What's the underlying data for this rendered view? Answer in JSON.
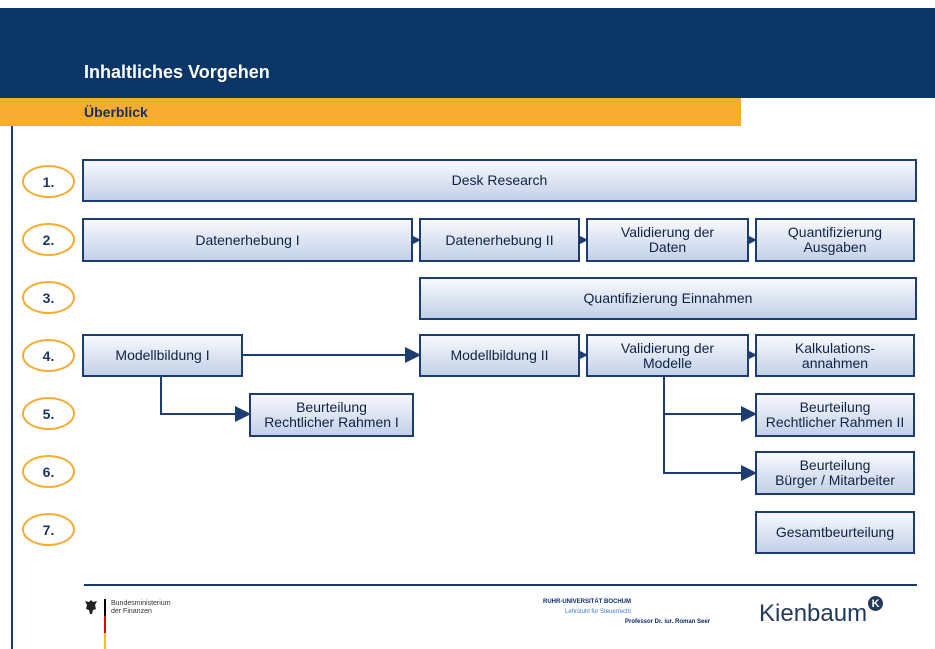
{
  "header": {
    "title": "Inhaltliches Vorgehen",
    "subtitle": "Überblick",
    "colors": {
      "header_bg": "#0a3768",
      "accent": "#f6ac31",
      "box_border": "#1c3d72"
    }
  },
  "steps": [
    "1.",
    "2.",
    "3.",
    "4.",
    "5.",
    "6.",
    "7."
  ],
  "boxes": {
    "desk_research": "Desk Research",
    "datenerhebung_1": "Datenerhebung I",
    "datenerhebung_2": "Datenerhebung II",
    "validierung_daten": "Validierung der\nDaten",
    "quantifizierung_ausgaben": "Quantifizierung\nAusgaben",
    "quantifizierung_einnahmen": "Quantifizierung Einnahmen",
    "modellbildung_1": "Modellbildung I",
    "modellbildung_2": "Modellbildung II",
    "validierung_modelle": "Validierung der\nModelle",
    "kalkulationsannahmen": "Kalkulations-\nannahmen",
    "beurteilung_rahmen_1": "Beurteilung\nRechtlicher Rahmen I",
    "beurteilung_rahmen_2": "Beurteilung\nRechtlicher Rahmen II",
    "beurteilung_buerger": "Beurteilung\nBürger / Mitarbeiter",
    "gesamtbeurteilung": "Gesamtbeurteilung"
  },
  "footer": {
    "bmf_text": "Bundesministerium\nder Finanzen",
    "uni_line1": "RUHR-UNIVERSITÄT BOCHUM",
    "uni_line2": "Lehrstuhl für Steuerrecht",
    "uni_line3": "Professor Dr. iur. Roman Seer",
    "kienbaum": "Kienbaum",
    "kienbaum_mark": "K"
  }
}
